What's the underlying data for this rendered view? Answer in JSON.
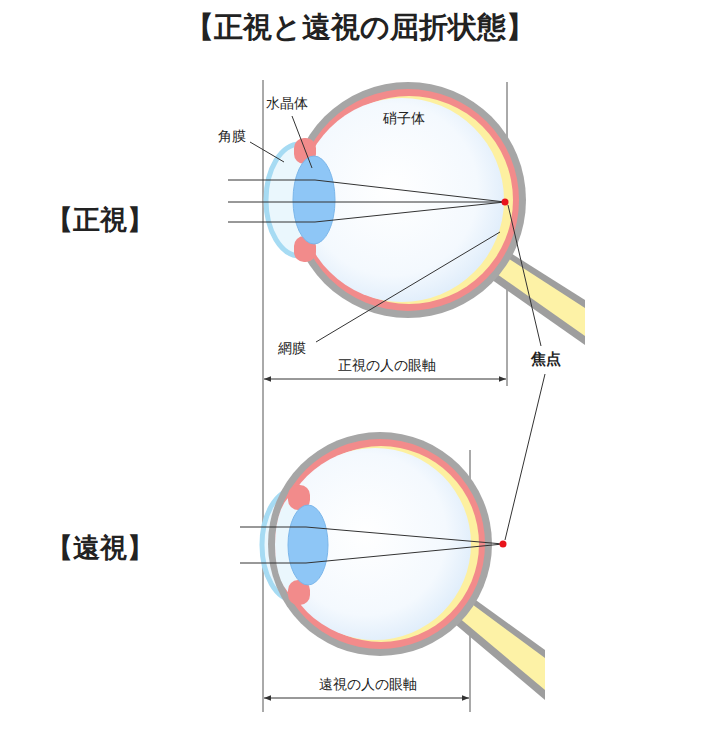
{
  "diagram": {
    "title": "【正視と遠視の屈折状態】",
    "labels": [
      "角膜",
      "水晶体",
      "硝子体",
      "【正視】",
      "網膜",
      "正視の人の眼軸",
      "焦点",
      "【遠視】",
      "遠視の人の眼軸"
    ]
  }
}
